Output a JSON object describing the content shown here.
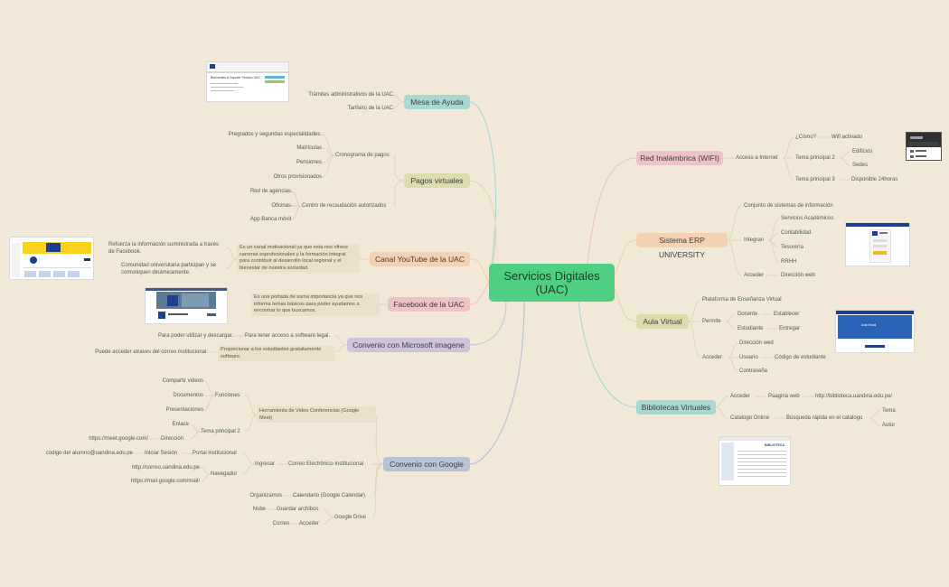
{
  "center": "Servicios Digitales\n(UAC)",
  "main": {
    "mesa": "Mesa de Ayuda",
    "pagos": "Pagos virtuales",
    "youtube": "Canal YouTube de la UAC",
    "facebook": "Facebook de la UAC",
    "microsoft": "Convenio con Microsoft imagene",
    "google": "Convenio con Google",
    "wifi": "Red Inalámbrica (WIFI)",
    "erp": "Sistema ERP UNIVERSITY",
    "aula": "Aula Virtual",
    "bibliotecas": "Bibliotecas Virtuales"
  },
  "mesa": {
    "tramites": "Trámites administrativos de la UAC",
    "tarifario": "Tarifario de la UAC"
  },
  "pagos": {
    "cronograma": "Cronograma de pagos",
    "pregrados": "Pregrados y segundas especialidades.",
    "matriculas": "Matrículas",
    "pensiones": "Pensiones",
    "otros": "Otros provisionados",
    "centro": "Centro de recaudación autorizados",
    "red": "Red de agencias",
    "oficinas": "Oficinas",
    "app": "App Banca móvil"
  },
  "youtube": {
    "desc": "Es un canal motivacional ya que esta nos ofrece carreras esprofesionales y la formación integral para contribuir al desarrollo  local regional y el bienestar de nuestra sociedad.",
    "refuerza": "Refuerza la información suministrada a través de Facebook.",
    "comunidad": "Comunidad universitaria participan  y se comuniquen dinámicamente."
  },
  "facebook": {
    "desc": "Es una portada de suma importancia ya que nos informa temas básicos para poder ayudamos a encontrar lo que buscamos."
  },
  "microsoft": {
    "para_tener": "Para tener acceso a software legal.",
    "para_poder": "Para poder utilizar y descargar.",
    "proporcionar": "Proporcionar a los estudiantes gratuitamente software.",
    "puede": "Puede acceder atraves del correo institucional."
  },
  "google": {
    "herramienta": "Herramienta de Video Conferencias (Google Meet)",
    "funciones": "Funciones",
    "compartir": "Compartir videos",
    "documentos": "Documentos",
    "presentaciones": "Presentaciones",
    "tema2": "Tema principal 2",
    "enlace": "Enlace",
    "direccion": "Dirección",
    "meet_url": "https://meet.google.com/",
    "correo_inst": "Correo Electrónico Institucional",
    "ingresar": "Ingresar",
    "portal": "Portal institucional",
    "iniciar": "Iniciar Sesión",
    "codigo": "código del alumno@uandina.edu.pe",
    "navegador": "Navegador",
    "correo_url": "http://correo.uandina.edu.pe",
    "mail_url": "https://mail.google.com/mail/",
    "calendario": "Calendario (Google Calendar)",
    "organizamos": "Organizamos",
    "drive": "Google Drive",
    "guardar": "Guardar archibos",
    "nube": "Nube",
    "acceder": "Acceder",
    "correo": "Correo"
  },
  "wifi": {
    "acceso": "Acceso a Internet",
    "como": "¿Cómo?",
    "activado": "Wifi activado",
    "tema2": "Tema principal 2",
    "edificios": "Edificios",
    "sedes": "Sedes",
    "tema3": "Tema principal 3",
    "disponible": "Disponible 24horas"
  },
  "erp": {
    "conjunto": "Conjunto de sistemas de información",
    "integran": "Integran",
    "servicios": "Servicios Académicos",
    "contabilidad": "Contabilidad",
    "tesoreria": "Tesorería",
    "rrhh": "RRHH",
    "acceder": "Acceder",
    "direccion": "Dirección web"
  },
  "aula": {
    "plataforma": "Plataforma de Enseñanza Virtual",
    "permite": "Permite",
    "docente": "Docente",
    "establecer": "Establecer",
    "estudiante": "Estudiante",
    "entregar": "Entregar",
    "acceder": "Acceder",
    "direccion": "Dirección wed",
    "usuario": "Usuario",
    "codigo": "Código de estudiante",
    "contrasena": "Contraseña"
  },
  "bibliotecas": {
    "acceder": "Acceder",
    "pagina": "Paagina web",
    "url": "http://biblioteca.uandina.edu.pe/",
    "catalogo": "Catalogo Online",
    "busqueda": "Búsqueda rápida en el catalogo",
    "tema": "Tema",
    "autor": "Autor"
  },
  "thumbs": {
    "mesa_title": "Bienvenido a Soporte Técnico UAC",
    "aula_title": "Aula Virtual",
    "biblio_title": "BIBLIOTECA"
  },
  "colors": {
    "background": "#f2e8d7",
    "center": "#4ecf83",
    "mesa": "#a9d8d3",
    "pagos": "#dcdcae",
    "youtube": "#f3d2b4",
    "facebook": "#eec3c6",
    "microsoft": "#cfc3dc",
    "google": "#b9c3d6",
    "wifi": "#eec3c6",
    "erp": "#f3d2b4",
    "aula": "#dcdcae",
    "bibliotecas": "#a9d8d3"
  }
}
